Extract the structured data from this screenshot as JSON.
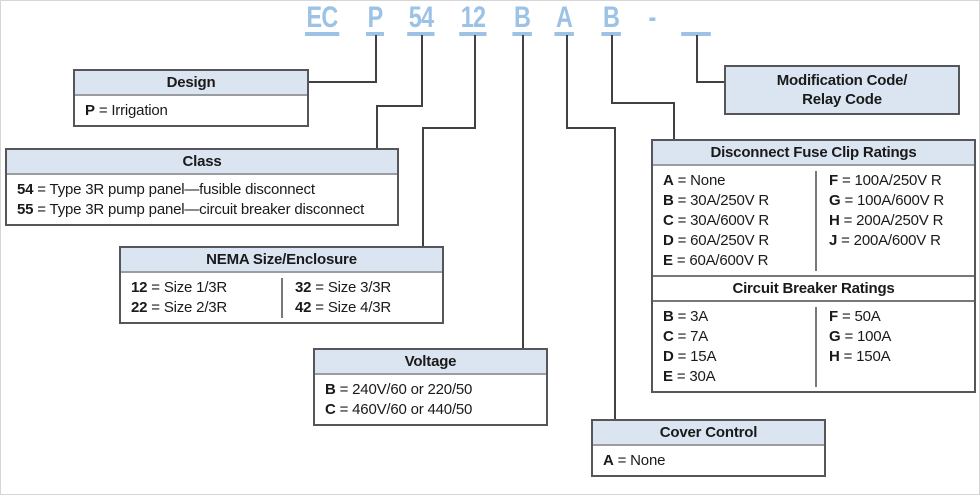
{
  "catalog_number": {
    "segments": [
      {
        "text": "EC"
      },
      {
        "text": "P"
      },
      {
        "text": "54"
      },
      {
        "text": "12"
      },
      {
        "text": "B"
      },
      {
        "text": "A"
      },
      {
        "text": "B"
      },
      {
        "text": "-"
      },
      {
        "text": ""
      }
    ]
  },
  "design_box": {
    "title": "Design",
    "rows": [
      {
        "code": "P",
        "value": "= Irrigation"
      }
    ]
  },
  "class_box": {
    "title": "Class",
    "rows": [
      {
        "code": "54",
        "value": "= Type 3R pump panel—fusible disconnect"
      },
      {
        "code": "55",
        "value": "= Type 3R pump panel—circuit breaker disconnect"
      }
    ]
  },
  "nema_box": {
    "title": "NEMA Size/Enclosure",
    "left_rows": [
      {
        "code": "12",
        "value": "= Size 1/3R"
      },
      {
        "code": "22",
        "value": "= Size 2/3R"
      }
    ],
    "right_rows": [
      {
        "code": "32",
        "value": "= Size 3/3R"
      },
      {
        "code": "42",
        "value": "= Size 4/3R"
      }
    ]
  },
  "voltage_box": {
    "title": "Voltage",
    "rows": [
      {
        "code": "B",
        "value": "= 240V/60 or 220/50"
      },
      {
        "code": "C",
        "value": "= 460V/60 or 440/50"
      }
    ]
  },
  "cover_box": {
    "title": "Cover Control",
    "rows": [
      {
        "code": "A",
        "value": "= None"
      }
    ]
  },
  "modification_box": {
    "title_line1": "Modification Code/",
    "title_line2": "Relay Code"
  },
  "ratings_box": {
    "fuse_title": "Disconnect Fuse Clip Ratings",
    "fuse_left": [
      {
        "code": "A",
        "value": "=  None"
      },
      {
        "code": "B",
        "value": "=  30A/250V R"
      },
      {
        "code": "C",
        "value": "=  30A/600V R"
      },
      {
        "code": "D",
        "value": "=  60A/250V R"
      },
      {
        "code": "E",
        "value": "=  60A/600V R"
      }
    ],
    "fuse_right": [
      {
        "code": "F",
        "value": "=  100A/250V R"
      },
      {
        "code": "G",
        "value": "=  100A/600V R"
      },
      {
        "code": "H",
        "value": "=  200A/250V R"
      },
      {
        "code": "J",
        "value": "=  200A/600V R"
      }
    ],
    "cb_title": "Circuit Breaker Ratings",
    "cb_left": [
      {
        "code": "B",
        "value": "=  3A"
      },
      {
        "code": "C",
        "value": "=  7A"
      },
      {
        "code": "D",
        "value": "=  15A"
      },
      {
        "code": "E",
        "value": "=  30A"
      }
    ],
    "cb_right": [
      {
        "code": "F",
        "value": "=  50A"
      },
      {
        "code": "G",
        "value": "=  100A"
      },
      {
        "code": "H",
        "value": "=  150A"
      }
    ]
  },
  "colors": {
    "accent_blue_text": "#9cc2e5",
    "header_fill": "#dbe5f1",
    "line_dark": "#414042"
  }
}
